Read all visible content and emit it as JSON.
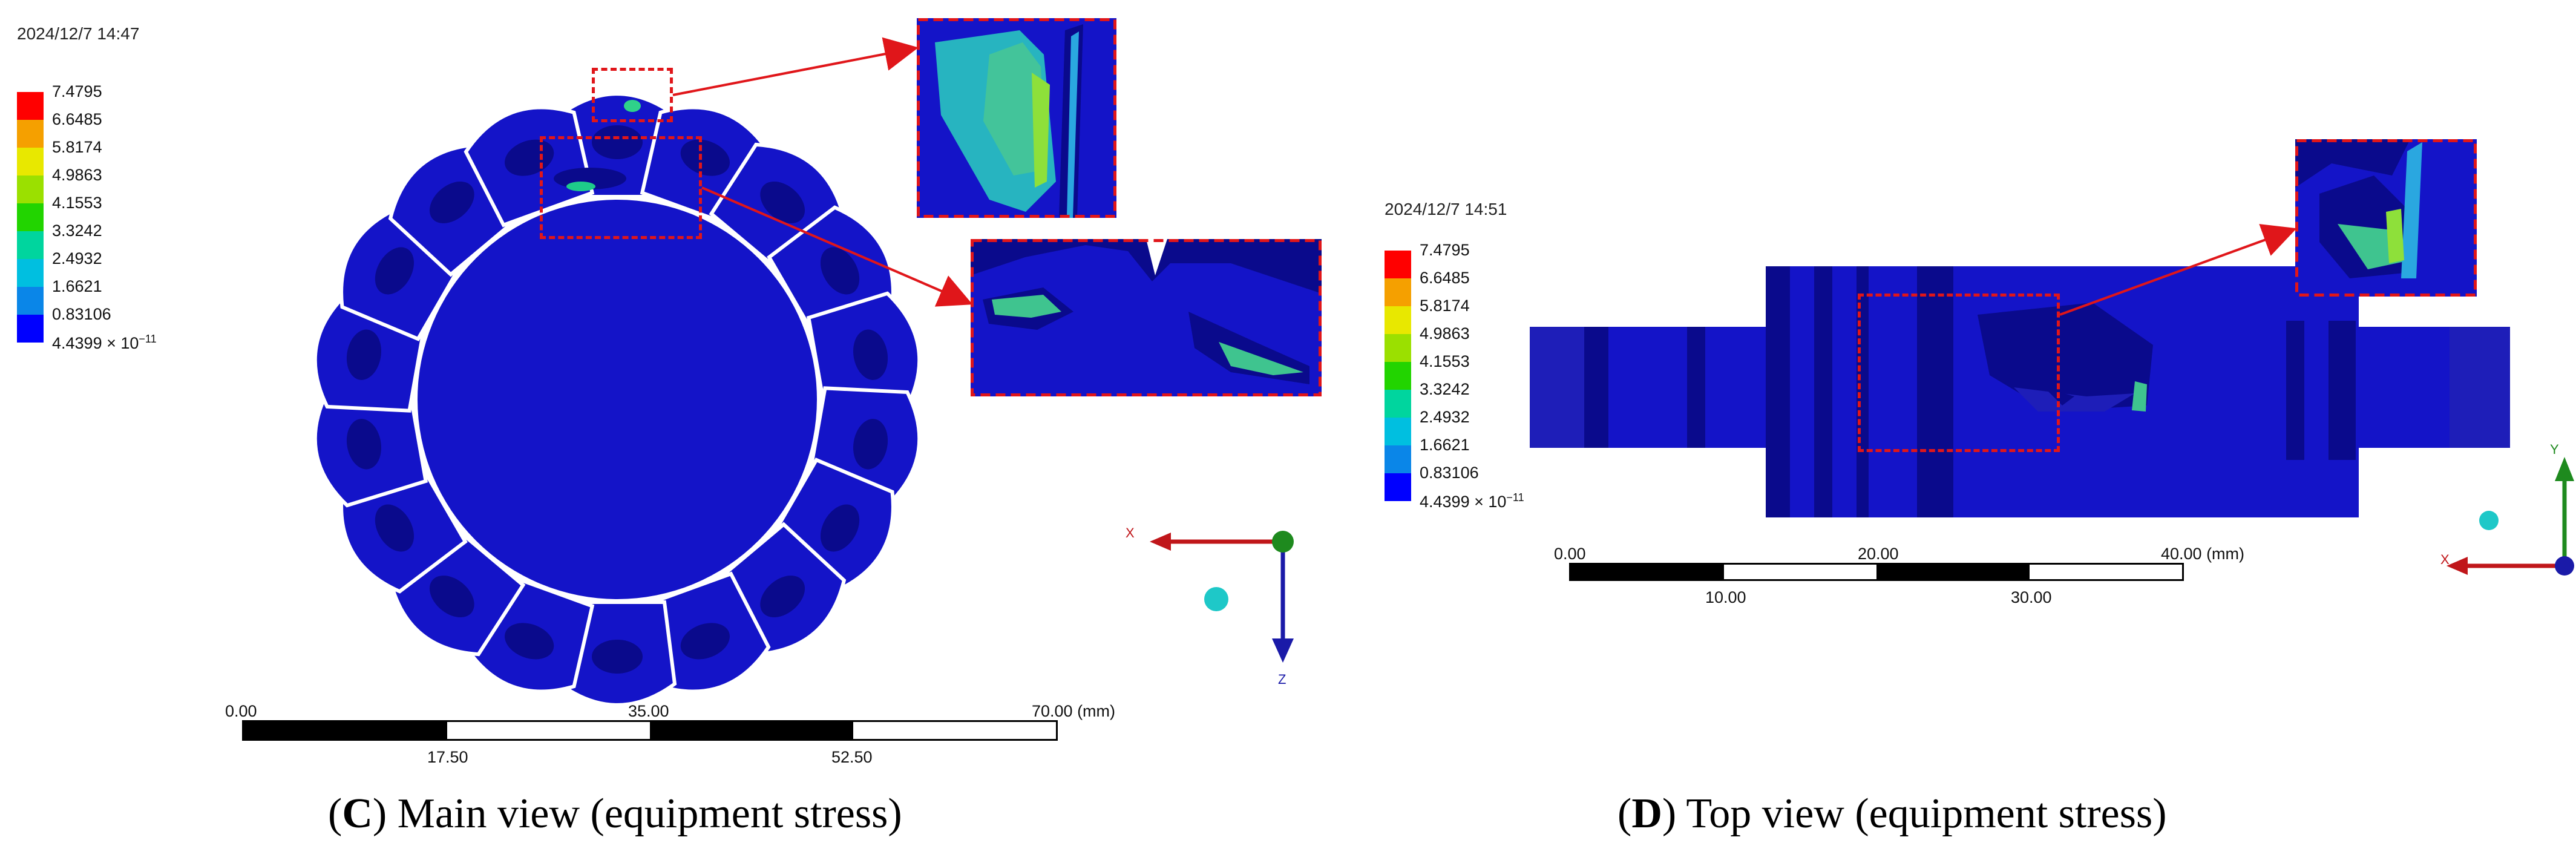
{
  "panel_c": {
    "timestamp": "2024/12/7 14:47",
    "legend": {
      "values": [
        "7.4795",
        "6.6485",
        "5.8174",
        "4.9863",
        "4.1553",
        "3.3242",
        "2.4932",
        "1.6621",
        "0.83106",
        "4.4399 × 10"
      ],
      "min_exponent": "−11",
      "colors": [
        "#ff0000",
        "#f5a000",
        "#e8e800",
        "#9be000",
        "#22d400",
        "#00d59e",
        "#00bfe0",
        "#0a86e8",
        "#0000ff"
      ]
    },
    "scale": {
      "top_ticks": [
        "0.00",
        "35.00",
        "70.00 (mm)"
      ],
      "bottom_ticks": [
        "17.50",
        "52.50"
      ]
    },
    "triad": {
      "x": "X",
      "z": "Z"
    },
    "caption_letter": "C",
    "caption_text": ") Main view (equipment stress)",
    "caption_open": "("
  },
  "panel_d": {
    "timestamp": "2024/12/7 14:51",
    "legend": {
      "values": [
        "7.4795",
        "6.6485",
        "5.8174",
        "4.9863",
        "4.1553",
        "3.3242",
        "2.4932",
        "1.6621",
        "0.83106",
        "4.4399 × 10"
      ],
      "min_exponent": "−11",
      "colors": [
        "#ff0000",
        "#f5a000",
        "#e8e800",
        "#9be000",
        "#22d400",
        "#00d59e",
        "#00bfe0",
        "#0a86e8",
        "#0000ff"
      ]
    },
    "scale": {
      "top_ticks": [
        "0.00",
        "20.00",
        "40.00 (mm)"
      ],
      "bottom_ticks": [
        "10.00",
        "30.00"
      ]
    },
    "triad": {
      "x": "X",
      "y": "Y"
    },
    "caption_letter": "D",
    "caption_text": ") Top view (equipment stress)",
    "caption_open": "("
  },
  "colors": {
    "model_blue": "#1414c8",
    "model_dark": "#0a0a8c",
    "callout_red": "#e0161a",
    "axis_x": "#c0161a",
    "axis_y": "#1e8a1e",
    "axis_z": "#1a1aa8"
  }
}
